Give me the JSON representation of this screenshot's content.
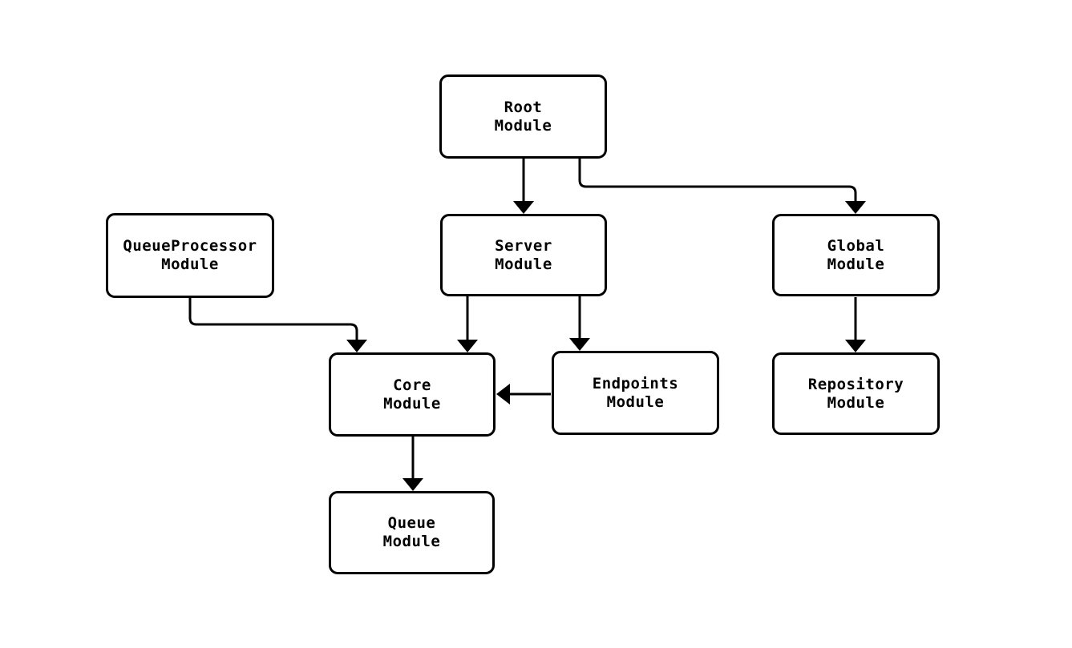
{
  "diagram": {
    "kind": "module-dependency-flowchart",
    "background_color": "#ffffff",
    "node_fill_color": "#ffffff",
    "node_border_color": "#000000",
    "edge_color": "#000000",
    "text_color": "#000000",
    "nodes": [
      {
        "id": "root",
        "line1": "Root",
        "line2": "Module"
      },
      {
        "id": "queueprocessor",
        "line1": "QueueProcessor",
        "line2": "Module"
      },
      {
        "id": "server",
        "line1": "Server",
        "line2": "Module"
      },
      {
        "id": "global",
        "line1": "Global",
        "line2": "Module"
      },
      {
        "id": "core",
        "line1": "Core",
        "line2": "Module"
      },
      {
        "id": "endpoints",
        "line1": "Endpoints",
        "line2": "Module"
      },
      {
        "id": "repository",
        "line1": "Repository",
        "line2": "Module"
      },
      {
        "id": "queue",
        "line1": "Queue",
        "line2": "Module"
      }
    ],
    "edges": [
      {
        "from": "Root Module",
        "to": "Server Module"
      },
      {
        "from": "Root Module",
        "to": "Global Module"
      },
      {
        "from": "QueueProcessor Module",
        "to": "Core Module"
      },
      {
        "from": "Server Module",
        "to": "Core Module"
      },
      {
        "from": "Server Module",
        "to": "Endpoints Module"
      },
      {
        "from": "Endpoints Module",
        "to": "Core Module"
      },
      {
        "from": "Global Module",
        "to": "Repository Module"
      },
      {
        "from": "Core Module",
        "to": "Queue Module"
      }
    ]
  }
}
